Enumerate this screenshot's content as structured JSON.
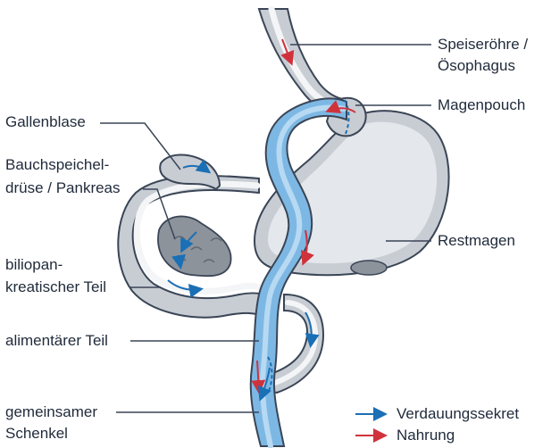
{
  "labels": {
    "speiseroehre_line1": "Speiseröhre /",
    "speiseroehre_line2": "Ösophagus",
    "magenpouch": "Magenpouch",
    "restmagen": "Restmagen",
    "gallenblase": "Gallenblase",
    "pankreas_line1": "Bauchspeichel-",
    "pankreas_line2": "drüse / Pankreas",
    "biliopan_line1": "biliopan-",
    "biliopan_line2": "kreatischer Teil",
    "alimentaer": "alimentärer Teil",
    "gemeinsam_line1": "gemeinsamer",
    "gemeinsam_line2": "Schenkel"
  },
  "legend": {
    "items": [
      {
        "label": "Verdauungssekret",
        "color": "#1a6fb5"
      },
      {
        "label": "Nahrung",
        "color": "#d0323c"
      }
    ]
  },
  "colors": {
    "outline": "#3a4556",
    "tissue": "#c8cdd4",
    "tissue_light": "#e4e7eb",
    "lumen": "#f4f5f7",
    "alimentary": "#7db8e4",
    "alimentary_light": "#b7d9f2",
    "pancreas": "#8d939b",
    "secretion_arrow": "#1a6fb5",
    "food_arrow": "#d0323c"
  }
}
